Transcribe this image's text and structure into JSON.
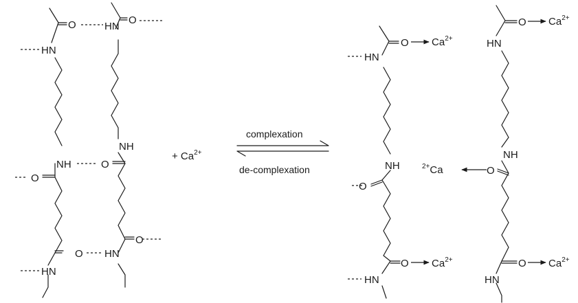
{
  "labels": {
    "hn": "HN",
    "nh": "NH",
    "o": "O",
    "ca": "Ca",
    "ca_charge": "2+",
    "plus_ca": "+ Ca"
  },
  "equilibrium": {
    "forward": "complexation",
    "reverse": "de-complexation"
  },
  "colors": {
    "ink": "#1a1a1a",
    "background": "#ffffff"
  }
}
